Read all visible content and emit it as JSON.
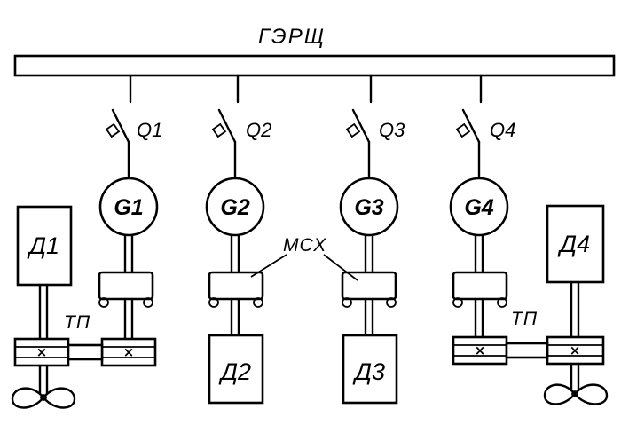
{
  "bus": {
    "label": "ГЭРЩ"
  },
  "switches": [
    {
      "label": "Q1"
    },
    {
      "label": "Q2"
    },
    {
      "label": "Q3"
    },
    {
      "label": "Q4"
    }
  ],
  "generators": [
    {
      "label": "G1"
    },
    {
      "label": "G2"
    },
    {
      "label": "G3"
    },
    {
      "label": "G4"
    }
  ],
  "engines": [
    {
      "label": "Д1"
    },
    {
      "label": "Д2"
    },
    {
      "label": "Д3"
    },
    {
      "label": "Д4"
    }
  ],
  "annotations": {
    "coupling": "МСХ",
    "gearbox_left": "ТП",
    "gearbox_right": "ТП"
  },
  "gear_marks": [
    "×",
    "×",
    "×",
    "×"
  ]
}
